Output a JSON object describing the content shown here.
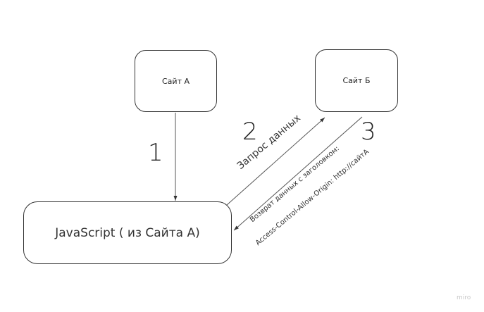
{
  "diagram": {
    "nodes": {
      "site_a": "Сайт А",
      "site_b": "Сайт Б",
      "javascript": "JavaScript ( из Сайта А)"
    },
    "steps": {
      "step1": "1",
      "step2": "2",
      "step3": "3"
    },
    "edges": {
      "request_label": "Запрос данных",
      "return_label_line1": "Возврат данных с заголовком:",
      "return_label_line2": "Access-Control-Allow-Origin: http://сайтА"
    },
    "watermark": "miro",
    "colors": {
      "stroke": "#333333",
      "background": "#ffffff",
      "watermark": "#c8c8c8"
    }
  }
}
